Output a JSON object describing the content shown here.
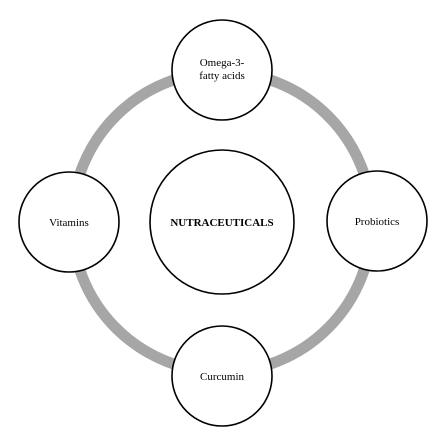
{
  "diagram": {
    "center": {
      "label": "NUTRACEUTICALS"
    },
    "nodes": [
      {
        "id": "omega3",
        "lines": [
          "Omega-3-",
          "fatty acids"
        ]
      },
      {
        "id": "probiotics",
        "lines": [
          "Probiotics"
        ]
      },
      {
        "id": "curcumin",
        "lines": [
          "Curcumin"
        ]
      },
      {
        "id": "vitamins",
        "lines": [
          "Vitamins"
        ]
      }
    ],
    "colors": {
      "ring": "#a6a6a6",
      "node_fill": "#ffffff",
      "node_stroke": "#000000",
      "text": "#000000"
    }
  }
}
